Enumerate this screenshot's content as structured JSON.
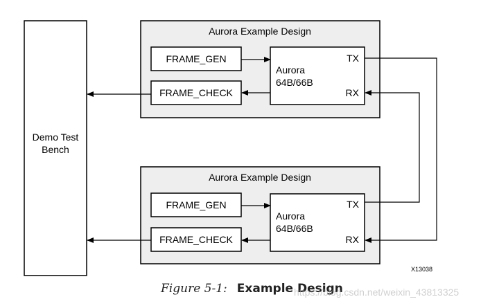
{
  "test_bench": {
    "label_line1": "Demo Test",
    "label_line2": "Bench"
  },
  "top_design": {
    "title": "Aurora Example Design",
    "frame_gen": "FRAME_GEN",
    "frame_check": "FRAME_CHECK",
    "core_line1": "Aurora",
    "core_line2": "64B/66B",
    "tx": "TX",
    "rx": "RX"
  },
  "bottom_design": {
    "title": "Aurora Example Design",
    "frame_gen": "FRAME_GEN",
    "frame_check": "FRAME_CHECK",
    "core_line1": "Aurora",
    "core_line2": "64B/66B",
    "tx": "TX",
    "rx": "RX"
  },
  "figure_id": "X13038",
  "caption": {
    "number": "Figure 5-1:",
    "title": "Example Design"
  },
  "watermark": "https://blog.csdn.net/weixin_43813325"
}
